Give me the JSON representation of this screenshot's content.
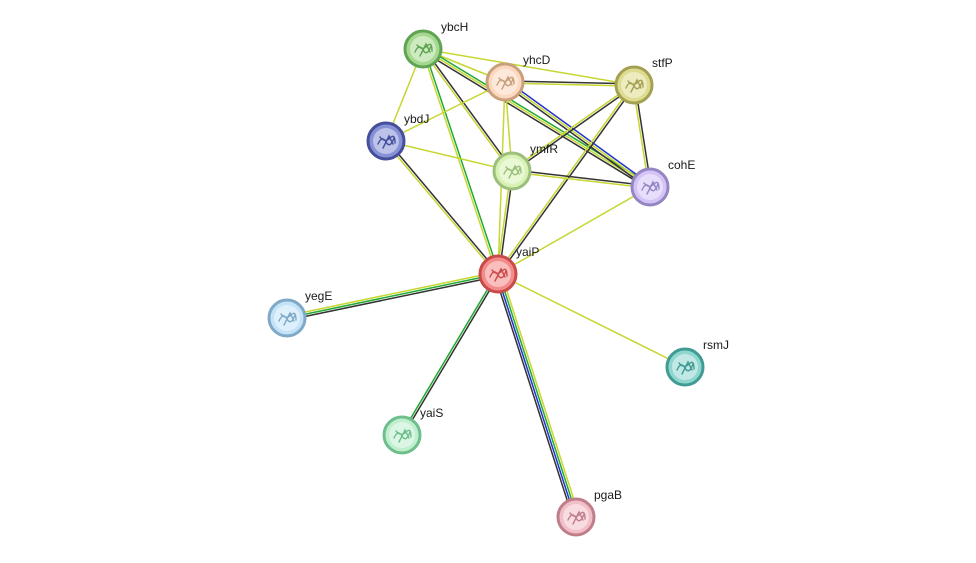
{
  "nodes": [
    {
      "id": "ybcH",
      "label": "ybcH",
      "fill": "#a6d98f",
      "stroke": "#5fa453"
    },
    {
      "id": "yhcD",
      "label": "yhcD",
      "fill": "#fcd8bf",
      "stroke": "#c8a07c"
    },
    {
      "id": "stfP",
      "label": "stfP",
      "fill": "#dedc8f",
      "stroke": "#a5a154"
    },
    {
      "id": "ybdJ",
      "label": "ybdJ",
      "fill": "#8691d6",
      "stroke": "#454f9c"
    },
    {
      "id": "ymfR",
      "label": "ymfR",
      "fill": "#d7f2b3",
      "stroke": "#9cbf7c"
    },
    {
      "id": "cohE",
      "label": "cohE",
      "fill": "#d4c3f7",
      "stroke": "#9486c3"
    },
    {
      "id": "yaiP",
      "label": "yaiP",
      "fill": "#f48b8b",
      "stroke": "#c94a4a"
    },
    {
      "id": "yegE",
      "label": "yegE",
      "fill": "#c4e3f7",
      "stroke": "#7fa9c7"
    },
    {
      "id": "rsmJ",
      "label": "rsmJ",
      "fill": "#8fd6cf",
      "stroke": "#3f9b93"
    },
    {
      "id": "yaiS",
      "label": "yaiS",
      "fill": "#bfefcf",
      "stroke": "#6fbf8c"
    },
    {
      "id": "pgaB",
      "label": "pgaB",
      "fill": "#f2bfc9",
      "stroke": "#bf7f8a"
    }
  ],
  "edge_colors": {
    "textmining": "#c7d630",
    "coexpression": "#333333",
    "neighborhood": "#22aa33",
    "cooccurrence": "#2233cc",
    "homology": "#a0d060"
  },
  "edges": [
    {
      "source": "ybcH",
      "target": "yhcD",
      "channels": [
        "textmining"
      ]
    },
    {
      "source": "ybcH",
      "target": "stfP",
      "channels": [
        "textmining"
      ]
    },
    {
      "source": "ybcH",
      "target": "ybdJ",
      "channels": [
        "textmining"
      ]
    },
    {
      "source": "ybcH",
      "target": "ymfR",
      "channels": [
        "coexpression",
        "textmining"
      ]
    },
    {
      "source": "ybcH",
      "target": "cohE",
      "channels": [
        "neighborhood",
        "textmining",
        "coexpression"
      ]
    },
    {
      "source": "ybcH",
      "target": "yaiP",
      "channels": [
        "neighborhood",
        "textmining"
      ]
    },
    {
      "source": "yhcD",
      "target": "stfP",
      "channels": [
        "coexpression",
        "textmining"
      ]
    },
    {
      "source": "yhcD",
      "target": "ybdJ",
      "channels": [
        "textmining"
      ]
    },
    {
      "source": "yhcD",
      "target": "ymfR",
      "channels": [
        "textmining"
      ]
    },
    {
      "source": "yhcD",
      "target": "cohE",
      "channels": [
        "cooccurrence",
        "textmining",
        "coexpression"
      ]
    },
    {
      "source": "yhcD",
      "target": "yaiP",
      "channels": [
        "textmining"
      ]
    },
    {
      "source": "stfP",
      "target": "ymfR",
      "channels": [
        "coexpression",
        "textmining"
      ]
    },
    {
      "source": "stfP",
      "target": "cohE",
      "channels": [
        "coexpression",
        "textmining"
      ]
    },
    {
      "source": "stfP",
      "target": "yaiP",
      "channels": [
        "coexpression",
        "textmining"
      ]
    },
    {
      "source": "ybdJ",
      "target": "ymfR",
      "channels": [
        "textmining"
      ]
    },
    {
      "source": "ybdJ",
      "target": "yaiP",
      "channels": [
        "coexpression",
        "textmining"
      ]
    },
    {
      "source": "ymfR",
      "target": "cohE",
      "channels": [
        "coexpression",
        "textmining"
      ]
    },
    {
      "source": "ymfR",
      "target": "yaiP",
      "channels": [
        "coexpression",
        "textmining"
      ]
    },
    {
      "source": "cohE",
      "target": "yaiP",
      "channels": [
        "textmining"
      ]
    },
    {
      "source": "yaiP",
      "target": "yegE",
      "channels": [
        "coexpression",
        "neighborhood",
        "textmining"
      ]
    },
    {
      "source": "yaiP",
      "target": "rsmJ",
      "channels": [
        "textmining"
      ]
    },
    {
      "source": "yaiP",
      "target": "yaiS",
      "channels": [
        "coexpression",
        "neighborhood"
      ]
    },
    {
      "source": "yaiP",
      "target": "pgaB",
      "channels": [
        "textmining",
        "neighborhood",
        "cooccurrence",
        "coexpression"
      ]
    }
  ]
}
